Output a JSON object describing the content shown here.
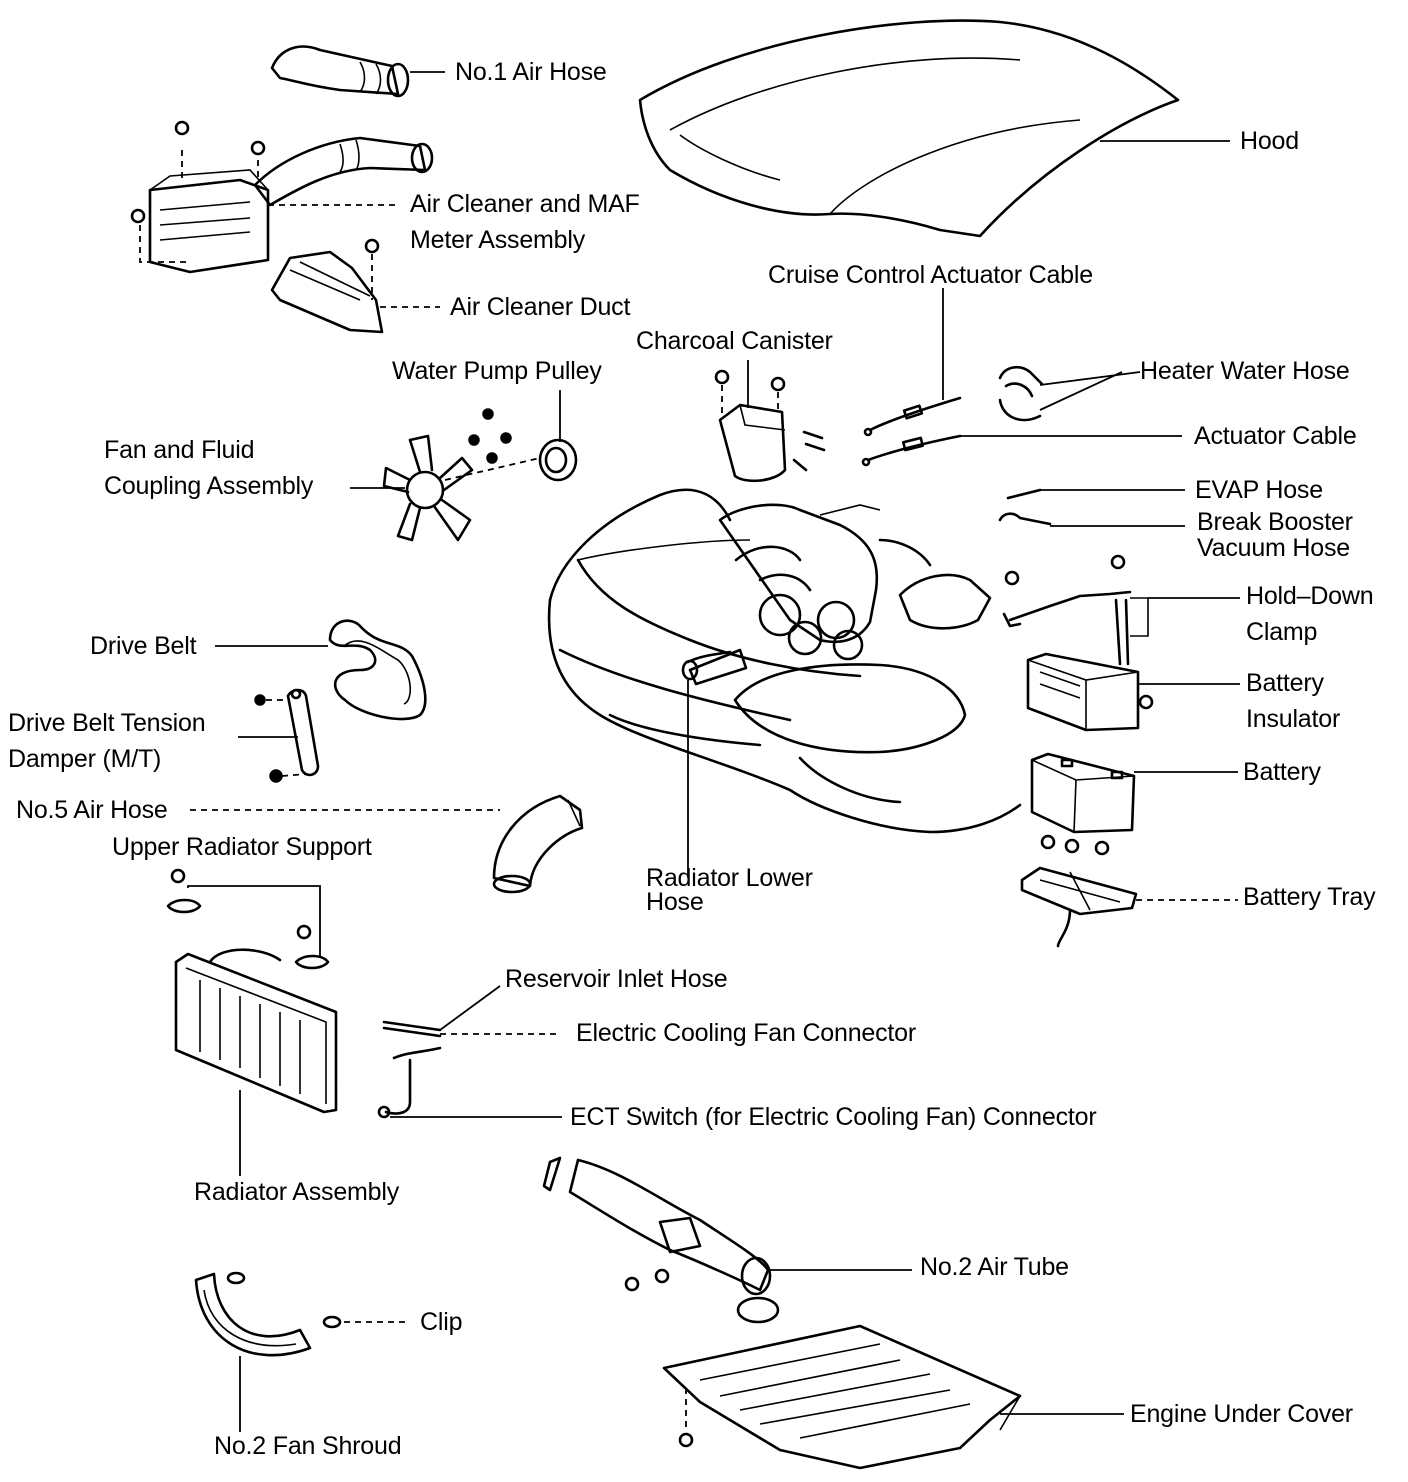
{
  "diagram": {
    "labels": {
      "no1_air_hose": "No.1 Air Hose",
      "hood": "Hood",
      "air_cleaner_1": "Air Cleaner and MAF",
      "air_cleaner_2": "Meter Assembly",
      "cruise_cable": "Cruise Control Actuator Cable",
      "air_cleaner_duct": "Air Cleaner Duct",
      "charcoal_canister": "Charcoal Canister",
      "water_pump_pulley": "Water Pump Pulley",
      "heater_water_hose": "Heater Water Hose",
      "fan_coupling_1": "Fan and Fluid",
      "fan_coupling_2": "Coupling Assembly",
      "actuator_cable": "Actuator Cable",
      "evap_hose": "EVAP Hose",
      "brake_booster_1": "Break Booster",
      "brake_booster_2": "Vacuum Hose",
      "hold_down_1": "Hold–Down",
      "hold_down_2": "Clamp",
      "drive_belt": "Drive Belt",
      "battery_insulator_1": "Battery",
      "battery_insulator_2": "Insulator",
      "tension_damper_1": "Drive Belt Tension",
      "tension_damper_2": "Damper (M/T)",
      "battery": "Battery",
      "no5_air_hose": "No.5 Air Hose",
      "upper_radiator_support": "Upper Radiator Support",
      "radiator_lower_hose_1": "Radiator Lower",
      "radiator_lower_hose_2": "Hose",
      "battery_tray": "Battery Tray",
      "reservoir_inlet_hose": "Reservoir Inlet Hose",
      "electric_fan_connector": "Electric Cooling Fan Connector",
      "ect_switch_connector": "ECT Switch (for Electric Cooling Fan) Connector",
      "radiator_assembly": "Radiator Assembly",
      "no2_air_tube": "No.2 Air Tube",
      "clip": "Clip",
      "engine_under_cover": "Engine Under Cover",
      "no2_fan_shroud": "No.2 Fan Shroud"
    }
  }
}
